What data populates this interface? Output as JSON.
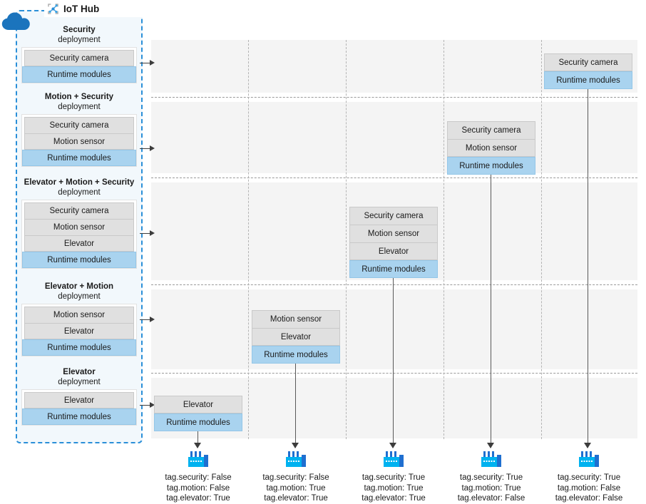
{
  "hub": {
    "title": "IoT Hub",
    "icon": "iot-hub-network-icon",
    "cloud_icon": "cloud-icon",
    "border_color": "#2a8fd8",
    "deployments": [
      {
        "name": "Security",
        "subtitle": "deployment",
        "modules": [
          "Security camera"
        ],
        "runtime": "Runtime modules"
      },
      {
        "name": "Motion + Security",
        "subtitle": "deployment",
        "modules": [
          "Security camera",
          "Motion sensor"
        ],
        "runtime": "Runtime modules"
      },
      {
        "name": "Elevator + Motion + Security",
        "subtitle": "deployment",
        "modules": [
          "Security camera",
          "Motion sensor",
          "Elevator"
        ],
        "runtime": "Runtime modules"
      },
      {
        "name": "Elevator + Motion",
        "subtitle": "deployment",
        "modules": [
          "Motion sensor",
          "Elevator"
        ],
        "runtime": "Runtime modules"
      },
      {
        "name": "Elevator",
        "subtitle": "deployment",
        "modules": [
          "Elevator"
        ],
        "runtime": "Runtime modules"
      }
    ]
  },
  "grid": {
    "row_stacks": [
      {
        "row": 0,
        "column": 4,
        "modules": [
          "Security camera"
        ],
        "runtime": "Runtime modules"
      },
      {
        "row": 1,
        "column": 3,
        "modules": [
          "Security camera",
          "Motion sensor"
        ],
        "runtime": "Runtime modules"
      },
      {
        "row": 2,
        "column": 2,
        "modules": [
          "Security camera",
          "Motion sensor",
          "Elevator"
        ],
        "runtime": "Runtime modules"
      },
      {
        "row": 3,
        "column": 1,
        "modules": [
          "Motion sensor",
          "Elevator"
        ],
        "runtime": "Runtime modules"
      },
      {
        "row": 4,
        "column": 0,
        "modules": [
          "Elevator"
        ],
        "runtime": "Runtime modules"
      }
    ]
  },
  "devices": [
    {
      "icon": "factory-icon",
      "tags": [
        "tag.security: False",
        "tag.motion: False",
        "tag.elevator: True"
      ]
    },
    {
      "icon": "factory-icon",
      "tags": [
        "tag.security: False",
        "tag.motion: True",
        "tag.elevator: True"
      ]
    },
    {
      "icon": "factory-icon",
      "tags": [
        "tag.security: True",
        "tag.motion: True",
        "tag.elevator: True"
      ]
    },
    {
      "icon": "factory-icon",
      "tags": [
        "tag.security: True",
        "tag.motion: True",
        "tag.elevator: False"
      ]
    },
    {
      "icon": "factory-icon",
      "tags": [
        "tag.security: True",
        "tag.motion: False",
        "tag.elevator: False"
      ]
    }
  ],
  "colors": {
    "runtime_fill": "#a9d3ef",
    "module_fill": "#e0e0e0",
    "hub_border": "#2a8fd8",
    "row_band": "#f4f4f4",
    "device_blue": "#00b2f0",
    "device_dark": "#1f6fd0"
  }
}
